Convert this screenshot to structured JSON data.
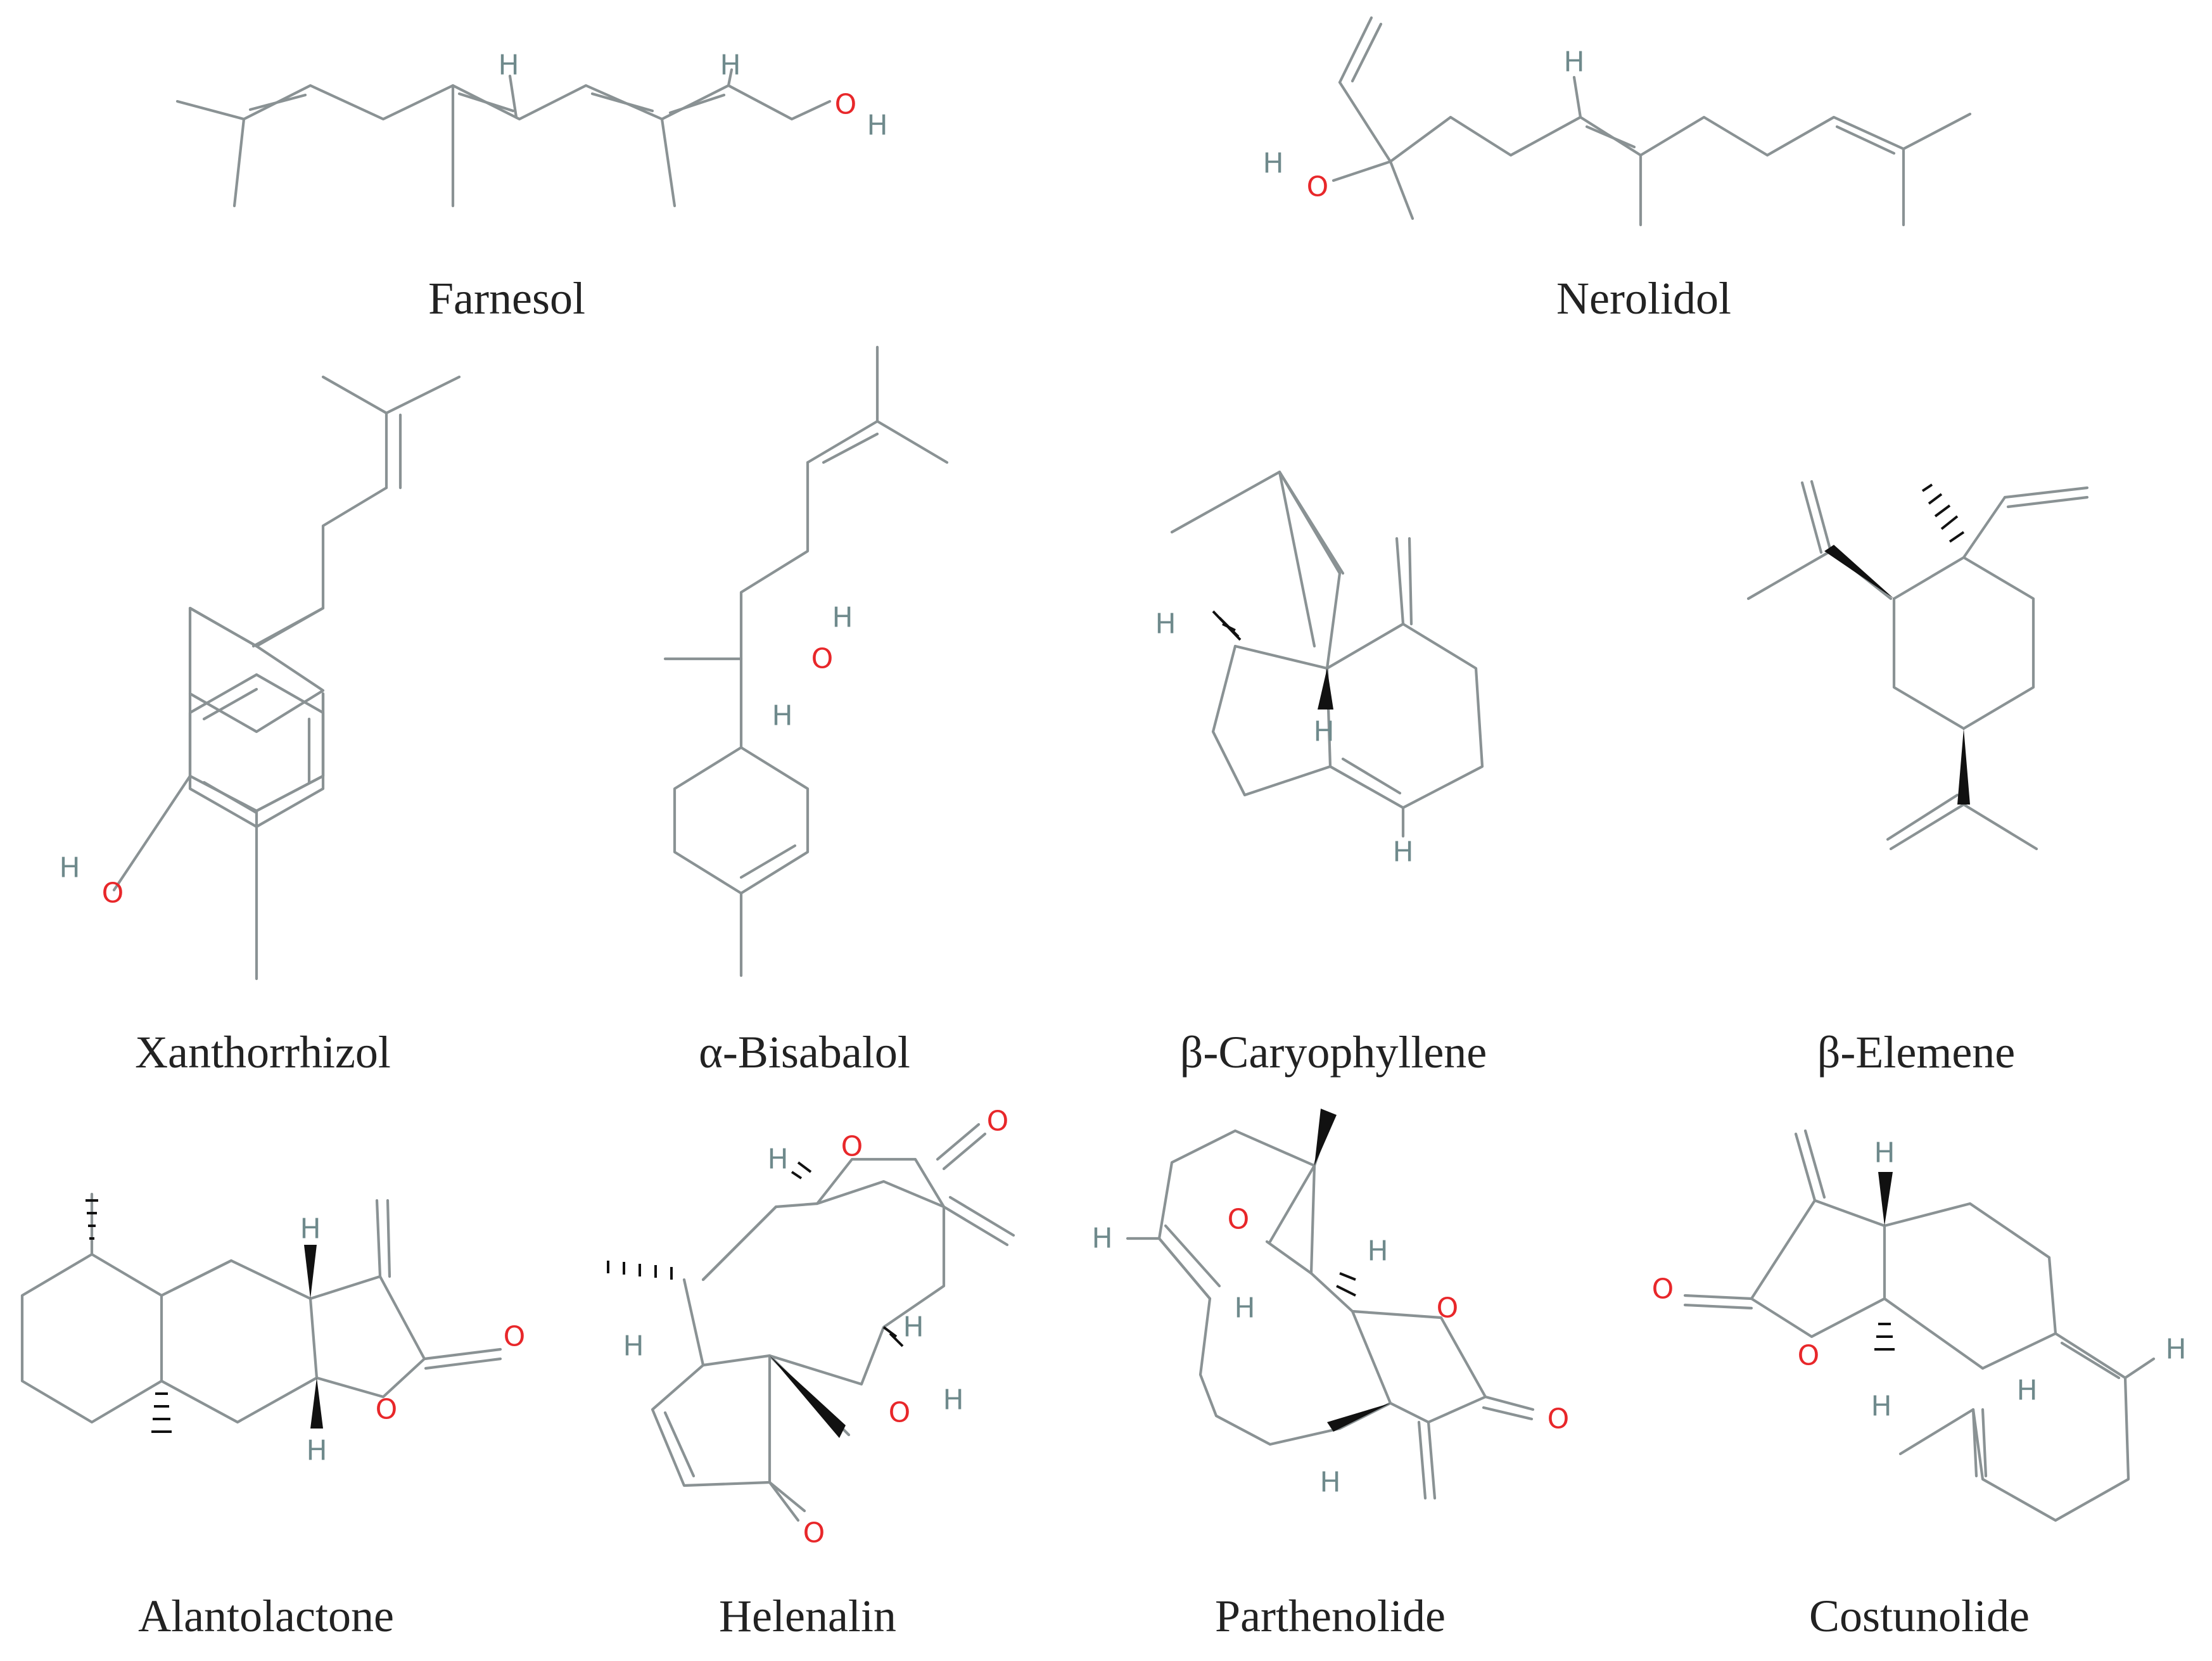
{
  "figure": {
    "molecules": [
      {
        "id": "farnesol",
        "name": "Farnesol"
      },
      {
        "id": "nerolidol",
        "name": "Nerolidol"
      },
      {
        "id": "xanthorrhizol",
        "name": "Xanthorrhizol"
      },
      {
        "id": "bisabalol",
        "name": "α-Bisabalol"
      },
      {
        "id": "caryophyllene",
        "name": "β-Caryophyllene"
      },
      {
        "id": "elemene",
        "name": "β-Elemene"
      },
      {
        "id": "alantolactone",
        "name": "Alantolactone"
      },
      {
        "id": "helenalin",
        "name": "Helenalin"
      },
      {
        "id": "parthenolide",
        "name": "Parthenolide"
      },
      {
        "id": "costunolide",
        "name": "Costunolide"
      }
    ],
    "atom_symbols": {
      "hydrogen": "H",
      "oxygen": "O"
    },
    "colors": {
      "bond": "#8a9294",
      "hydrogen": "#6f8a8c",
      "oxygen": "#e8272a",
      "stereo": "#111111"
    }
  }
}
